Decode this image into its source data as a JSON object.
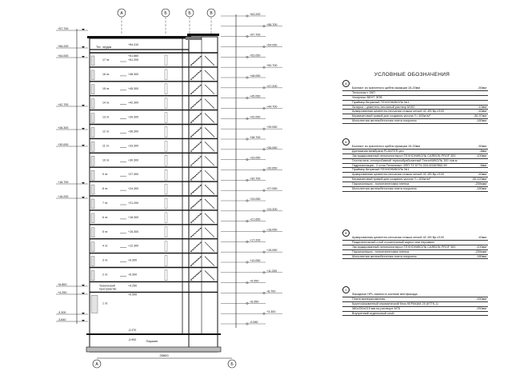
{
  "axes": {
    "a": "А",
    "b": "Б",
    "v": "В"
  },
  "width_dim": "25800",
  "parking_label": "Паркинг",
  "first_floor_label": "1 эт.",
  "tech_floor_label": "Технический\nпространство",
  "tech_attic_label": "Тех. чердак",
  "floors": [
    {
      "label": "17 эт.",
      "level": "+51.200"
    },
    {
      "label": "16 эт.",
      "level": "+48.300"
    },
    {
      "label": "15 эт.",
      "level": "+45.300"
    },
    {
      "label": "14 эт.",
      "level": "+42.300"
    },
    {
      "label": "13 эт.",
      "level": "+39.300"
    },
    {
      "label": "12 эт.",
      "level": "+36.300"
    },
    {
      "label": "11 эт.",
      "level": "+33.300"
    },
    {
      "label": "10 эт.",
      "level": "+30.300"
    },
    {
      "label": "9 эт.",
      "level": "+27.300"
    },
    {
      "label": "8 эт.",
      "level": "+24.300"
    },
    {
      "label": "7 эт.",
      "level": "+21.200"
    },
    {
      "label": "6 эт.",
      "level": "+18.300"
    },
    {
      "label": "5 эт.",
      "level": "+15.300"
    },
    {
      "label": "4 эт.",
      "level": "+12.300"
    },
    {
      "label": "3 эт.",
      "level": "+9.300"
    },
    {
      "label": "2 эт.",
      "level": "+6.300"
    }
  ],
  "inner_levels": [
    "+54.410",
    "+51.860",
    "+4.250",
    "+0.000",
    "-3.370",
    "-3.900"
  ],
  "left_marks": [
    "+57.700",
    "+56.200",
    "+54.000",
    "+42.700",
    "+36.300",
    "+30.000",
    "+18.700",
    "+16.200",
    "+6.800",
    "+4.250",
    "-3.300",
    "-3.840"
  ],
  "right_marks": [
    "+63.200",
    "+58.700",
    "+57.700",
    "+54.050",
    "+53.050",
    "+50.700",
    "+48.050",
    "+47.200",
    "+45.050",
    "+44.700",
    "+42.050",
    "+39.050",
    "+38.700",
    "+36.050",
    "+33.050",
    "+30.650",
    "+30.700",
    "+27.050",
    "+24.050",
    "+23.200",
    "+21.650",
    "+18.050",
    "+17.200",
    "+15.050",
    "+12.050",
    "+11.200",
    "+9.050",
    "+8.700",
    "+6.050",
    "+3.300",
    "-0.080"
  ],
  "legend": {
    "title": "УСЛОВНЫЕ ОБОЗНАЧЕНИЯ",
    "groups": [
      {
        "mark": "А",
        "rows": [
          {
            "t": "Балласт из гранитного щебня фракции 15-20мм",
            "v": "-50мм"
          },
          {
            "t": "Техноэласт ЭКП",
            "v": ""
          },
          {
            "t": "Унифлекс ВЕНТ ЭПВ",
            "v": ""
          },
          {
            "t": "Праймер битумный ТЕХНОНИКОЛЬ №1",
            "v": ""
          },
          {
            "t": "Затирка - цементно-песчаный раствор М150",
            "v": "-10мм"
          },
          {
            "t": "Армированная цементно-песчаная стяжка  сеткой 4С Ø3 Вр-I/100",
            "v": "-40мм"
          },
          {
            "t": "Керамзитовый гравий для создания уклона  Y= 600кг/м³",
            "v": "-30-97мм"
          },
          {
            "t": "Монолитная железобетонная плита покрытия",
            "v": "-180мм"
          }
        ]
      },
      {
        "mark": "Б",
        "rows": [
          {
            "t": "Балласт из гранитного щебня фракции 15-20мм",
            "v": "-50мм"
          },
          {
            "t": "Дренажная мембрана PLANTER geo",
            "v": "-8мм"
          },
          {
            "t": "Экструдированный пенополистирол ТЕХНОНИКОЛЬ CARBON PROF 300",
            "v": "-100мм"
          },
          {
            "t": "Геотекстиль иглопробивной термообработанный ТехноНИКОЛЬ 300 г/кв.м",
            "v": ""
          },
          {
            "t": "Гидроизоляция - 2 слоя Техноэласт ЭПП ТУ 5774-003-00287852-99",
            "v": "-6мм"
          },
          {
            "t": "Праймер битумный ТЕХНОНИКОЛЬ №1",
            "v": ""
          },
          {
            "t": "Армированная цементно-песчаная стяжка  сеткой 4С Ø3 Вр-I/100",
            "v": "-40мм"
          },
          {
            "t": "Керамзитовый гравий для создания уклона  Y= 600кг/м³",
            "v": "-30-120мм"
          },
          {
            "t": "Пароизоляция - полиэтиленовая пленка",
            "v": "-200мкм"
          },
          {
            "t": "Монолитная железобетонная плита покрытия",
            "v": "-180мм"
          }
        ]
      },
      {
        "mark": "В",
        "rows": [
          {
            "t": "Армированная цементно-песчаная стяжка  сеткой 4С Ø3 Вр-I/100",
            "v": "-40мм"
          },
          {
            "t": "Разделительный слой строительный картон или пергамин",
            "v": ""
          },
          {
            "t": "Экструдированный пенополистирол ТЕХНОНИКОЛЬ CARBON PROF 300",
            "v": "-100мм"
          },
          {
            "t": "Пароизоляция - полиэтиленовая пленка",
            "v": "-200мкм"
          },
          {
            "t": "Монолитная железобетонная плита покрытия",
            "v": "-180мм"
          }
        ]
      },
      {
        "mark": "1",
        "rows": [
          {
            "t": "Фасадные HPL-панели в системе вентфасада",
            "v": ""
          },
          {
            "t": "Плита минераловатная",
            "v": "-150мм"
          },
          {
            "t": "Крупноформатный керамический блок КЕРАКАМ 25 (КТТК-1)",
            "v": ""
          },
          {
            "t": "380х250х219 мм на растворе  М75",
            "v": "-250мм"
          },
          {
            "t": "Внутренний отделочный слой",
            "v": ""
          }
        ]
      }
    ]
  }
}
